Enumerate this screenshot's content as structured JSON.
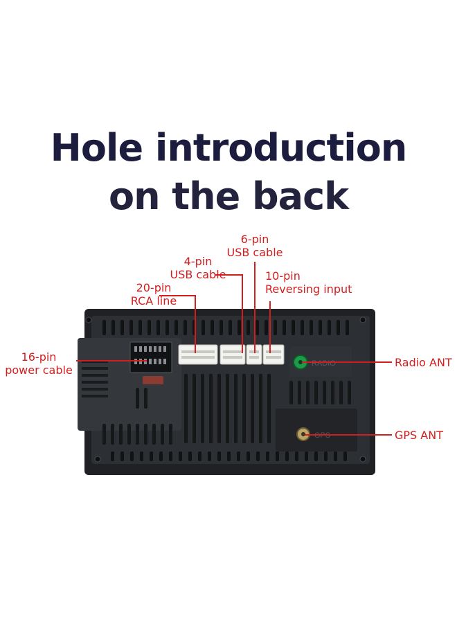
{
  "title": {
    "line1": "Hole introduction",
    "line2": "on the back"
  },
  "labels": {
    "pin6": {
      "line1": "6-pin",
      "line2": "USB cable"
    },
    "pin4": {
      "line1": "4-pin",
      "line2": "USB cable"
    },
    "pin10": {
      "line1": "10-pin",
      "line2": "Reversing input"
    },
    "pin20": {
      "line1": "20-pin",
      "line2": "RCA line"
    },
    "pin16": {
      "line1": "16-pin",
      "line2": "power cable"
    },
    "radio": "Radio ANT",
    "gps": "GPS ANT"
  },
  "device_markings": {
    "radio": "RADIO",
    "gps": "GPS"
  },
  "colors": {
    "label": "#d21e1e",
    "title": "#1c1c3e",
    "device": "#2b2d30",
    "connector": "#f2f2ee",
    "radio_port": "#1e9a4a"
  }
}
